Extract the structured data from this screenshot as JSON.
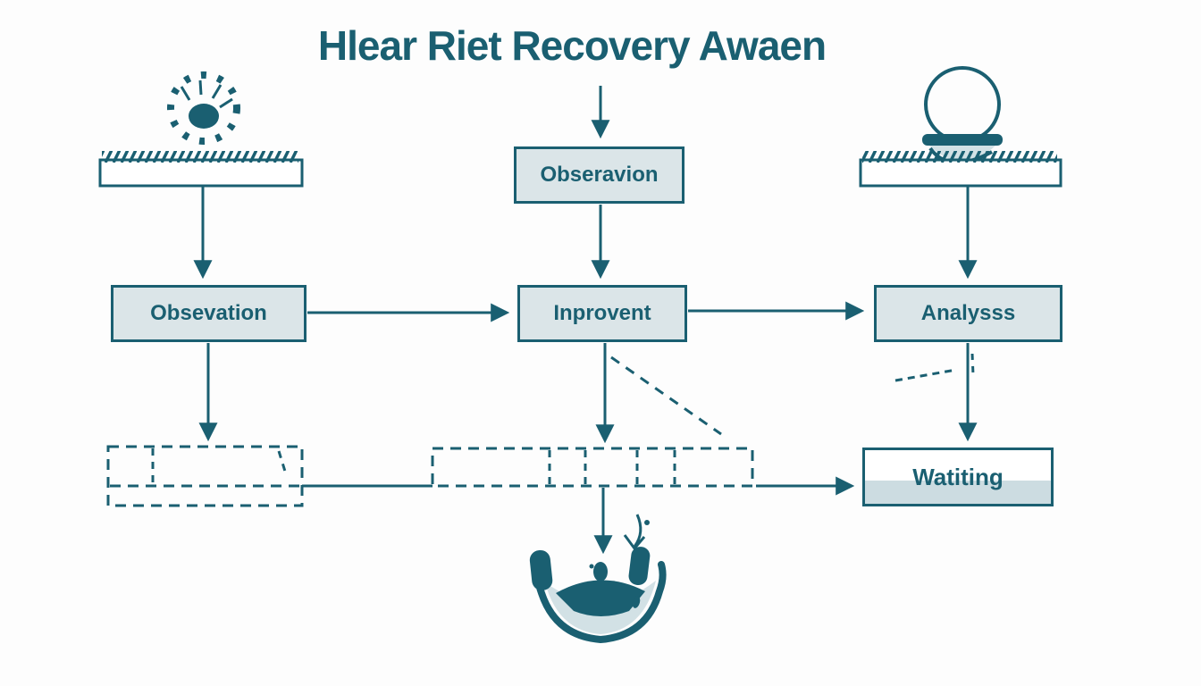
{
  "title": "Hlear Riet Recovery Awaen",
  "nodes": {
    "top": {
      "label": "Obseravion"
    },
    "left": {
      "label": "Obsevation"
    },
    "center": {
      "label": "Inprovent"
    },
    "right": {
      "label": "Analysss"
    },
    "waiting": {
      "label": "Watiting"
    }
  },
  "icons": {
    "sun": "sun-burst-icon",
    "sphere": "half-filled-sphere-icon",
    "meeting": "bowl-meeting-icon",
    "ground_left": "hatched-bar-icon",
    "ground_right": "hatched-bar-icon"
  },
  "colors": {
    "ink": "#1a5f71",
    "node_fill": "#dbe5e8",
    "waiting_fill": "#ccdce1",
    "light_fill": "#d2e1e5",
    "background": "#fdfdfd"
  }
}
